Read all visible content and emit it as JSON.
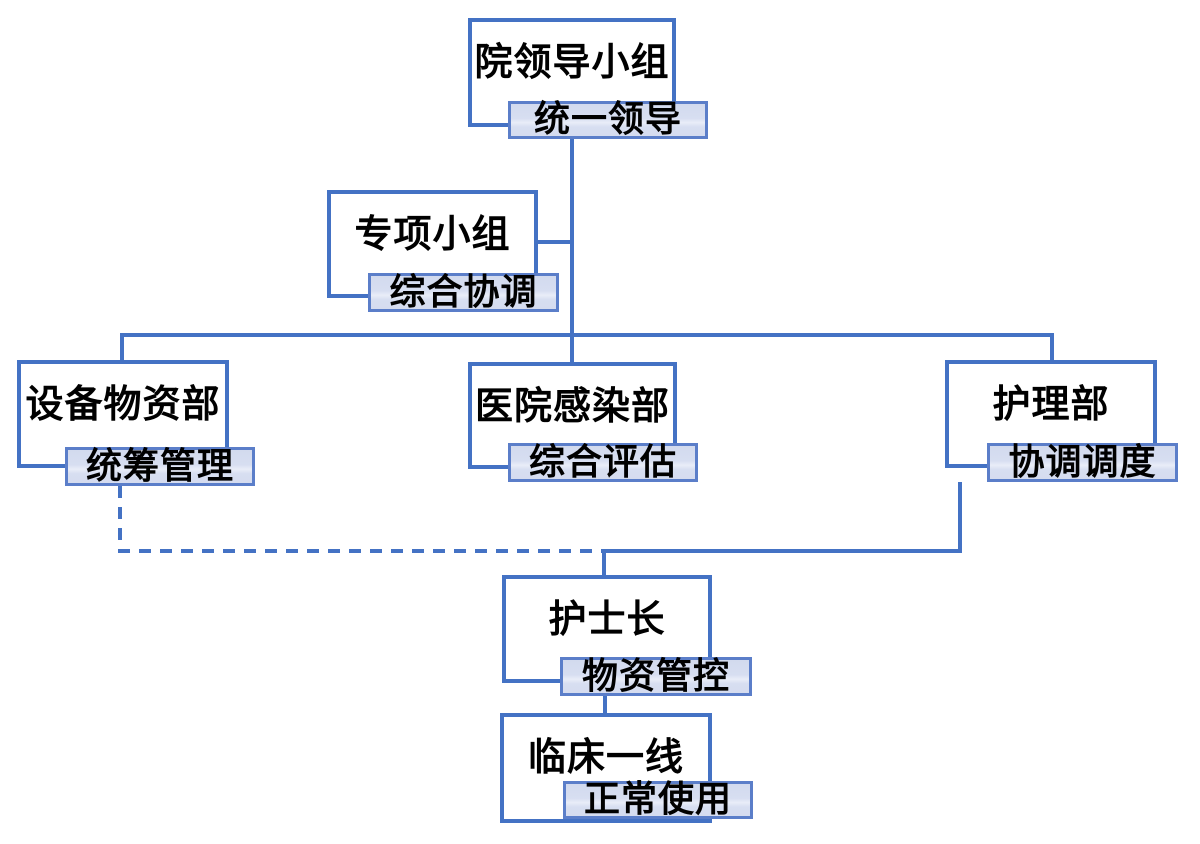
{
  "colors": {
    "accent": "#4472C4",
    "tag_border": "#5B7EC9",
    "tag_fill": "#D7DEF1",
    "text": "#000000",
    "bg": "#FFFFFF"
  },
  "nodes": {
    "leader": {
      "title": "院领导小组",
      "tag": "统一领导"
    },
    "special": {
      "title": "专项小组",
      "tag": "综合协调"
    },
    "equipment": {
      "title": "设备物资部",
      "tag": "统筹管理"
    },
    "infection": {
      "title": "医院感染部",
      "tag": "综合评估"
    },
    "nursing": {
      "title": "护理部",
      "tag": "协调调度"
    },
    "head_nurse": {
      "title": "护士长",
      "tag": "物资管控"
    },
    "clinical": {
      "title": "临床一线",
      "tag": "正常使用"
    }
  },
  "edges": [
    {
      "from": "leader",
      "to": "equipment",
      "style": "solid"
    },
    {
      "from": "leader",
      "to": "infection",
      "style": "solid"
    },
    {
      "from": "leader",
      "to": "nursing",
      "style": "solid"
    },
    {
      "from": "special",
      "to": "leader",
      "style": "solid"
    },
    {
      "from": "equipment",
      "to": "head_nurse",
      "style": "dashed"
    },
    {
      "from": "nursing",
      "to": "head_nurse",
      "style": "solid"
    },
    {
      "from": "head_nurse",
      "to": "clinical",
      "style": "solid"
    }
  ]
}
